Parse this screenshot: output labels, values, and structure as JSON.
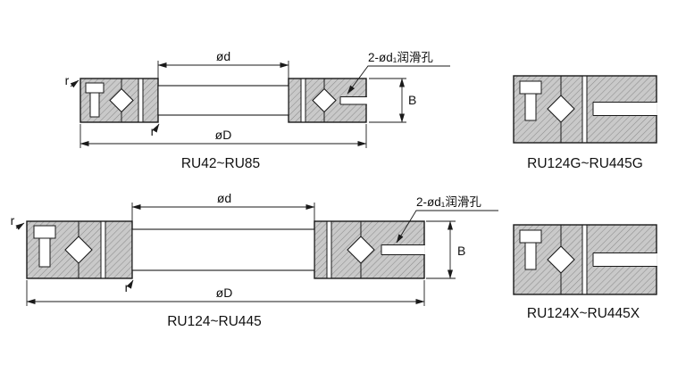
{
  "figure": {
    "background": "#ffffff",
    "line_color": "#1a1a1a",
    "section_fill": "#c9c9c9",
    "hatch_line_color": "#8d8d8d"
  },
  "top_left": {
    "caption": "RU42~RU85",
    "dim_bore": "ød",
    "dim_outer": "øD",
    "dim_width": "B",
    "fillet_top": "r",
    "fillet_bottom": "r",
    "lube_note": "2-ød₁润滑孔"
  },
  "top_right": {
    "caption": "RU124G~RU445G"
  },
  "bottom_left": {
    "caption": "RU124~RU445",
    "dim_bore": "ød",
    "dim_outer": "øD",
    "dim_width": "B",
    "fillet_top": "r",
    "fillet_bottom": "r",
    "lube_note": "2-ød₁润滑孔"
  },
  "bottom_right": {
    "caption": "RU124X~RU445X"
  }
}
